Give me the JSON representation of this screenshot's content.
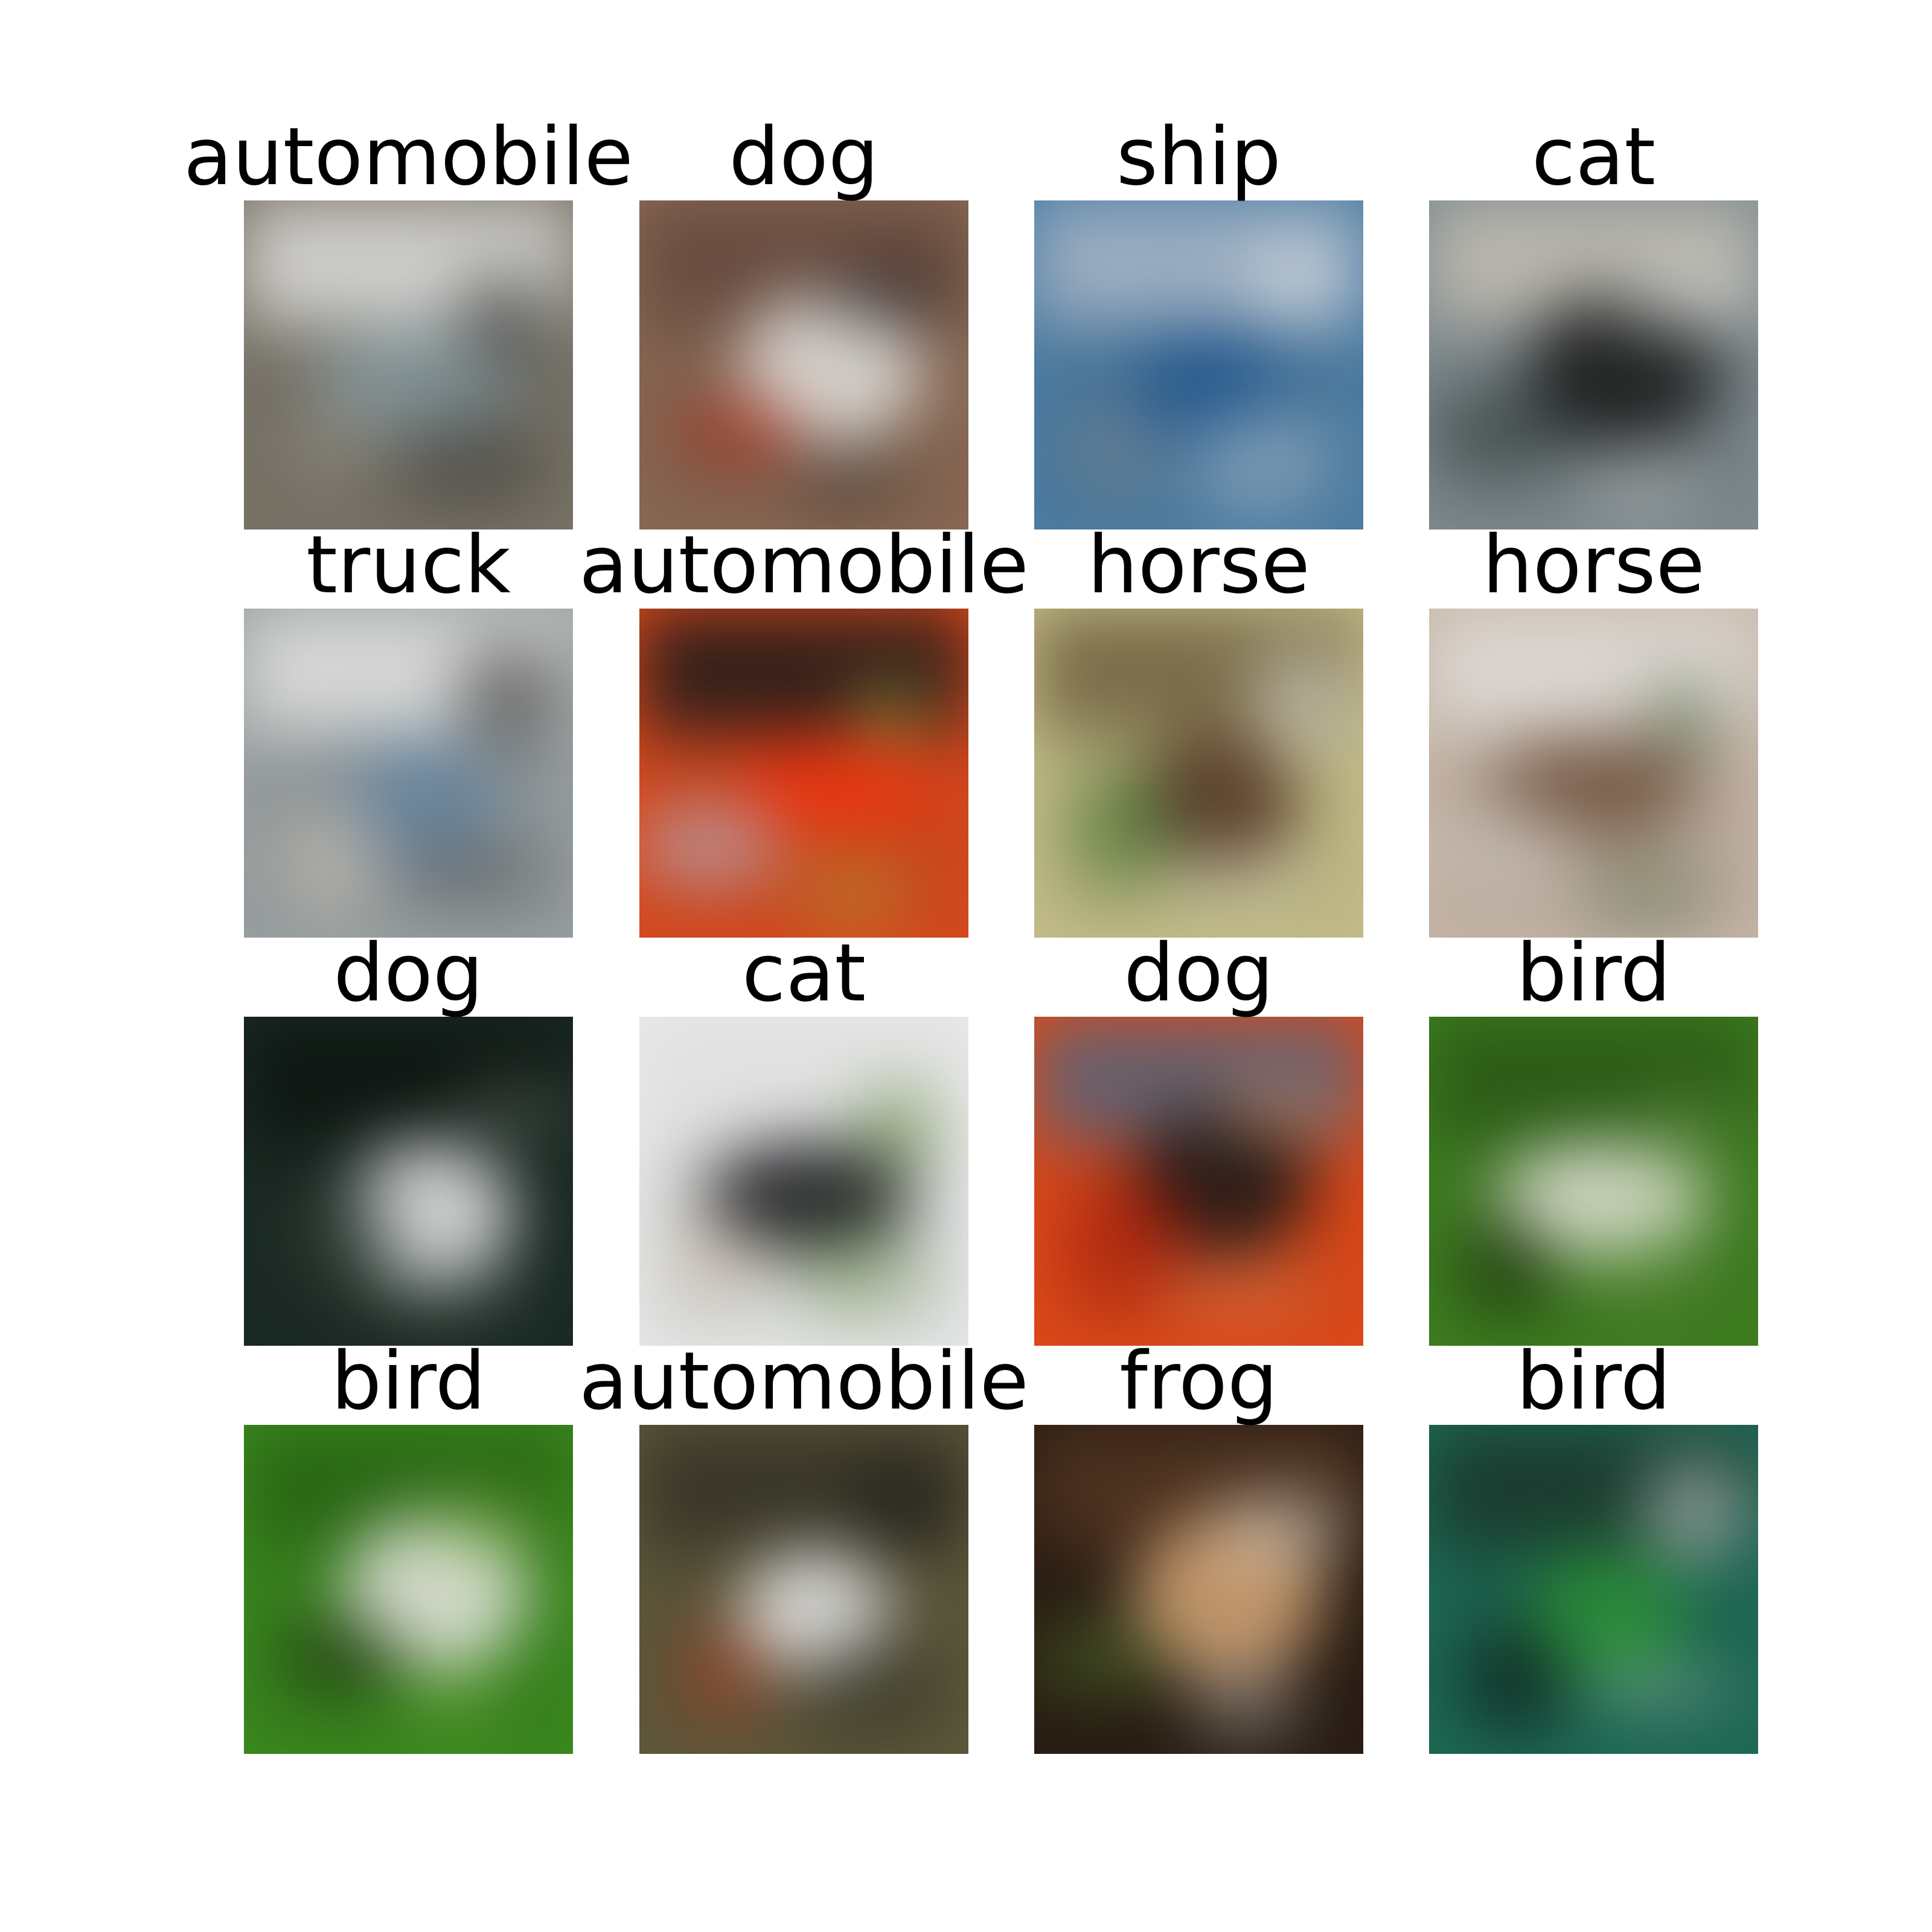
{
  "grid": {
    "rows": 4,
    "cols": 4,
    "tiles": [
      {
        "label": "automobile",
        "colors": {
          "bg": "#7a7468",
          "top": "#f2f2ef",
          "mid": "#8fa2a6",
          "accent": "#2a2b2c",
          "accent2": "#9a9386"
        }
      },
      {
        "label": "dog",
        "colors": {
          "bg": "#8b6a55",
          "top": "#6d4f43",
          "mid": "#f3f0ec",
          "accent": "#1e2228",
          "accent2": "#b8321f"
        }
      },
      {
        "label": "ship",
        "colors": {
          "bg": "#4d7ea5",
          "top": "#b9c7d8",
          "mid": "#245c96",
          "accent": "#eef5fa",
          "accent2": "#7b8f9e"
        }
      },
      {
        "label": "cat",
        "colors": {
          "bg": "#7f8b8f",
          "top": "#d7d0c6",
          "mid": "#1b1d1d",
          "accent": "#e8ece9",
          "accent2": "#2f3a39"
        }
      },
      {
        "label": "truck",
        "colors": {
          "bg": "#9aa1a3",
          "top": "#f6f6f3",
          "mid": "#6f8ea8",
          "accent": "#1b1b1b",
          "accent2": "#d3cdbf"
        }
      },
      {
        "label": "automobile",
        "colors": {
          "bg": "#d94a1e",
          "top": "#1e1c1c",
          "mid": "#ff3a12",
          "accent": "#b5c04a",
          "accent2": "#c6c2d9"
        }
      },
      {
        "label": "horse",
        "colors": {
          "bg": "#c7c08b",
          "top": "#7a6a45",
          "mid": "#5a3a27",
          "accent": "#f2f1ea",
          "accent2": "#4f7f35"
        }
      },
      {
        "label": "horse",
        "colors": {
          "bg": "#c8b7a8",
          "top": "#f4f1ec",
          "mid": "#7a5b45",
          "accent": "#4e6b42",
          "accent2": "#d9cfc6"
        }
      },
      {
        "label": "dog",
        "colors": {
          "bg": "#1b2b24",
          "top": "#0e1713",
          "mid": "#f7f7f7",
          "accent": "#7f8c84",
          "accent2": "#2c3c33"
        }
      },
      {
        "label": "cat",
        "colors": {
          "bg": "#e9ebea",
          "top": "#f6f6f6",
          "mid": "#1b1d20",
          "accent": "#5d8a2e",
          "accent2": "#d8c5b4"
        }
      },
      {
        "label": "dog",
        "colors": {
          "bg": "#e04a1a",
          "top": "#5e6f86",
          "mid": "#1b1b1b",
          "accent": "#f2a36c",
          "accent2": "#b0200e"
        }
      },
      {
        "label": "bird",
        "colors": {
          "bg": "#3f7f20",
          "top": "#2e5f17",
          "mid": "#f3f4e6",
          "accent": "#6ea14a",
          "accent2": "#1b2c0e"
        }
      },
      {
        "label": "bird",
        "colors": {
          "bg": "#3b8a1f",
          "top": "#2c6d15",
          "mid": "#f7f7ef",
          "accent": "#79b53b",
          "accent2": "#1b2a10"
        }
      },
      {
        "label": "automobile",
        "colors": {
          "bg": "#5f5a3c",
          "top": "#3a3629",
          "mid": "#f9f9f9",
          "accent": "#1c1c1c",
          "accent2": "#a6482d"
        }
      },
      {
        "label": "frog",
        "colors": {
          "bg": "#2a1d14",
          "top": "#5a3a24",
          "mid": "#e2b07d",
          "accent": "#f0f2ea",
          "accent2": "#4e6b2b"
        }
      },
      {
        "label": "bird",
        "colors": {
          "bg": "#1e6b56",
          "top": "#1d3b2f",
          "mid": "#2f9c3c",
          "accent": "#e9f0f0",
          "accent2": "#0f1f1b"
        }
      }
    ]
  }
}
